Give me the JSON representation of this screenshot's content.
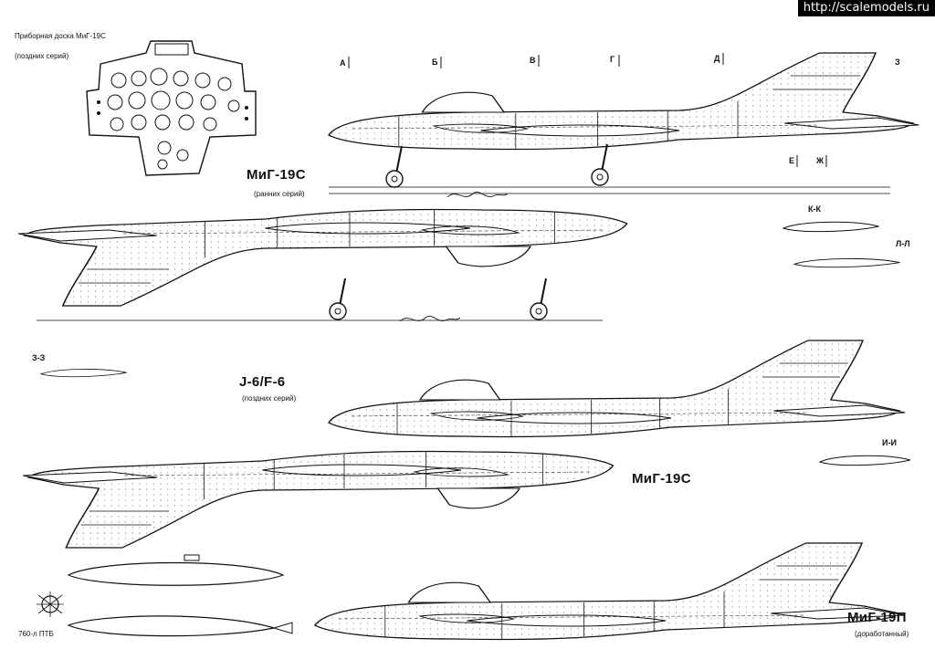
{
  "watermark": "http://scalemodels.ru",
  "panel": {
    "title": "Приборная доска МиГ-19С",
    "subtitle": "(поздних серий)"
  },
  "section_letters": [
    "А",
    "Б",
    "В",
    "Г",
    "Д",
    "З",
    "Е",
    "Ж"
  ],
  "section_cuts": [
    "К-К",
    "Л-Л",
    "З-З",
    "И-И"
  ],
  "aircraft": [
    {
      "name": "МиГ-19С",
      "note": "(ранних серий)"
    },
    {
      "name": "J-6/F-6",
      "note": "(поздних серий)"
    },
    {
      "name": "МиГ-19С",
      "note": ""
    },
    {
      "name": "МиГ-19П",
      "note": "(доработанный)"
    }
  ],
  "tank": {
    "label": "760-л ПТБ"
  },
  "colors": {
    "ink": "#111111",
    "paper": "#ffffff"
  }
}
